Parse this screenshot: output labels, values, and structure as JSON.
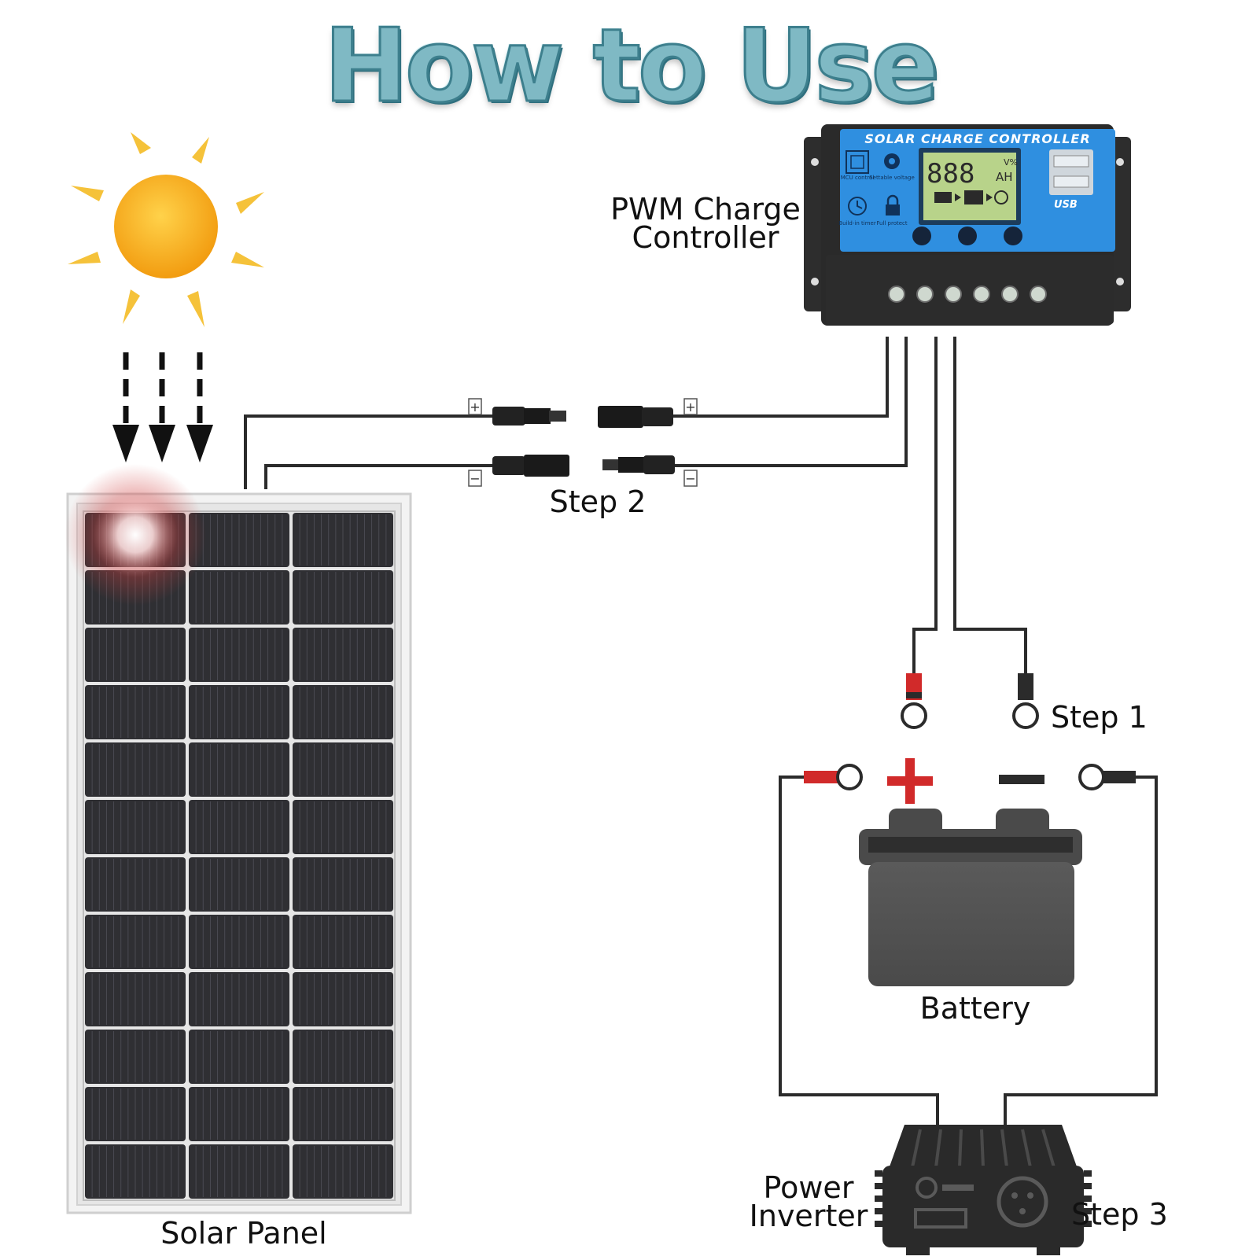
{
  "title": "How to Use",
  "labels": {
    "controller_line1": "PWM Charge",
    "controller_line2": "Controller",
    "step2": "Step 2",
    "step1": "Step 1",
    "battery": "Battery",
    "solar_panel": "Solar Panel",
    "inverter_line1": "Power",
    "inverter_line2": "Inverter",
    "step3": "Step 3"
  },
  "controller": {
    "header": "SOLAR CHARGE CONTROLLER",
    "lcd_digits": "888",
    "lcd_unit_top": "V%",
    "lcd_unit_bottom": "AH",
    "usb_label": "USB",
    "icon_labels": [
      "MCU control",
      "Settable voltage",
      "Build-in timer",
      "Full protect"
    ]
  },
  "connectors": {
    "plus": "+",
    "minus": "−"
  },
  "colors": {
    "title_fill": "#7fb9c4",
    "controller_blue": "#2f8fe0",
    "lcd_green": "#b8d38a",
    "sun_core": "#f7b21c",
    "sun_ray": "#f5c23a",
    "battery_body": "#555555",
    "terminal_red": "#d12a2a",
    "wire": "#2b2b2b"
  }
}
